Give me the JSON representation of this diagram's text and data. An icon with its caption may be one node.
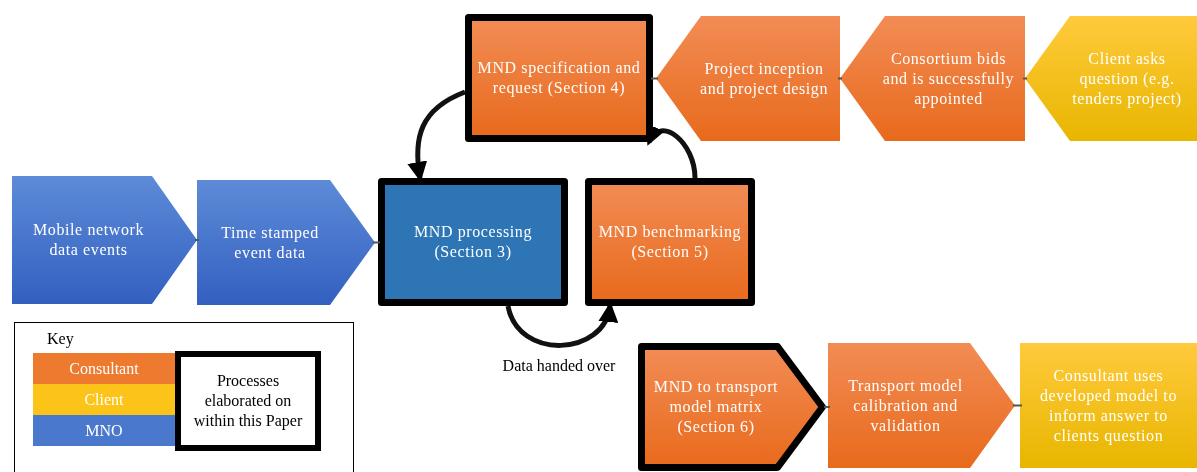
{
  "diagram": {
    "nodes": [
      {
        "text": [
          "Mobile network data events"
        ]
      },
      {
        "text": [
          "Time stamped event data"
        ]
      },
      {
        "text": [
          "MND processing (Section 3)"
        ]
      },
      {
        "text": [
          "MND benchmarking (Section 5)"
        ]
      },
      {
        "text": [
          "MND specification and request (Section 4)"
        ]
      },
      {
        "text": [
          "Project inception and project design"
        ]
      },
      {
        "text": [
          "Consortium bids and is successfully appointed"
        ]
      },
      {
        "text": [
          "Client asks question (e.g. tenders project)"
        ]
      },
      {
        "text": [
          "MND to transport model matrix (Section 6)"
        ]
      },
      {
        "text": [
          "Transport model calibration and validation"
        ]
      },
      {
        "text": [
          "Consultant uses developed model to inform answer to clients question"
        ]
      }
    ],
    "edges": [
      {
        "from": 4,
        "to": 2,
        "arrow": "to",
        "style": "thick"
      },
      {
        "from": 2,
        "to": 3,
        "arrow": "to",
        "label": "Data handed over",
        "style": "thick"
      },
      {
        "from": 3,
        "to": 4,
        "arrow": "to",
        "style": "thick"
      },
      {
        "from": 0,
        "to": 1,
        "arrow": "none"
      },
      {
        "from": 1,
        "to": 2,
        "arrow": "none"
      },
      {
        "from": 7,
        "to": 6,
        "arrow": "none"
      },
      {
        "from": 6,
        "to": 5,
        "arrow": "none"
      },
      {
        "from": 5,
        "to": 4,
        "arrow": "none"
      },
      {
        "from": 8,
        "to": 9,
        "arrow": "none"
      },
      {
        "from": 9,
        "to": 10,
        "arrow": "none"
      }
    ],
    "labels": [
      "Key"
    ],
    "legend": [
      {
        "text": "Consultant",
        "color": "#ee7a30"
      },
      {
        "text": "Client",
        "color": "#fcc419"
      },
      {
        "text": "MNO",
        "color": "#4a78cc"
      },
      {
        "text": "Processes elaborated on within this Paper"
      }
    ]
  }
}
